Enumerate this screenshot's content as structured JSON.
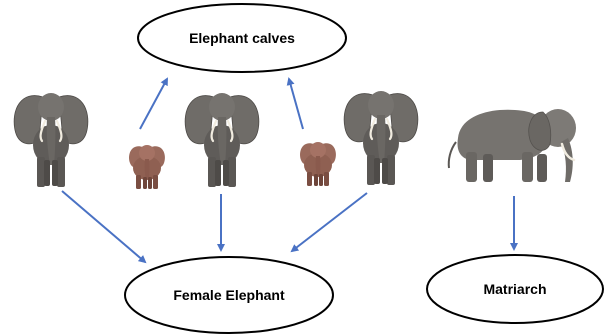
{
  "nodes": {
    "calves": "Elephant calves",
    "female": "Female Elephant",
    "matriarch": "Matriarch"
  },
  "images": {
    "adult_front": "adult-elephant-front-view",
    "calf": "elephant-calf",
    "matriarch": "matriarch-elephant-side-view"
  },
  "colors": {
    "arrow": "#4a72c4",
    "adult_skin": "#6f6c68",
    "adult_shadow": "#4e4b48",
    "calf_skin": "#9a6a5c",
    "calf_shadow": "#7a4e42",
    "tusk": "#f1ece0",
    "outline": "#000000"
  }
}
